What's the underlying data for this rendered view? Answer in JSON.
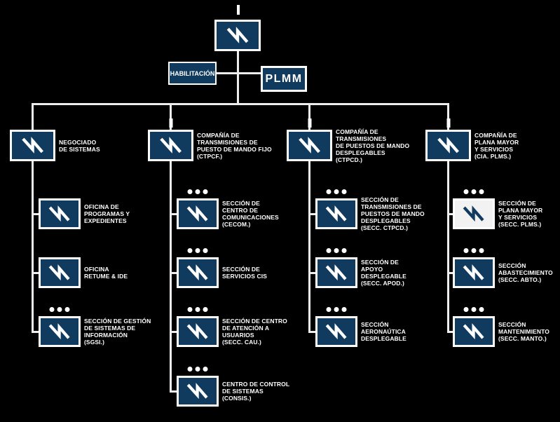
{
  "meta": {
    "background_color": "#000000",
    "box_fill_color": "#103a5e",
    "box_fill_inverted_color": "#f2f2f2",
    "connector_color": "#ededed",
    "text_color": "#ffffff",
    "unit_symbol": "signals-flash"
  },
  "top": {
    "root": {
      "symbol": "signals-flash",
      "size_indicator": "|"
    },
    "habilitacion_label": "HABILITACIÓN",
    "plmm_label": "PLMM"
  },
  "columns": [
    {
      "parent": {
        "label": "NEGOCIADO\nDE SISTEMAS",
        "size_indicator": ""
      },
      "children": [
        {
          "label": "OFICINA DE\nPROGRAMAS Y\nEXPEDIENTES",
          "dots": false
        },
        {
          "label": "OFICINA\nRETUME & IDE",
          "dots": false
        },
        {
          "label": "SECCIÓN DE GESTIÓN\nDE SISTEMAS DE\nINFORMACIÓN\n(SGSI.)",
          "dots": true
        }
      ]
    },
    {
      "parent": {
        "label": "COMPAÑÍA DE\nTRANSMISIONES DE\nPUESTO DE MANDO FIJO\n(CTPCF.)",
        "size_indicator": "|"
      },
      "children": [
        {
          "label": "SECCIÓN DE\nCENTRO DE\nCOMUNICACIONES\n(CECOM.)",
          "dots": true
        },
        {
          "label": "SECCIÓN DE\nSERVICIOS CIS",
          "dots": true
        },
        {
          "label": "SECCIÓN DE CENTRO\nDE ATENCIÓN A\nUSUARIOS\n(SECC. CAU.)",
          "dots": true
        },
        {
          "label": "CENTRO DE CONTROL\nDE SISTEMAS\n(CONSIS.)",
          "dots": true
        }
      ]
    },
    {
      "parent": {
        "label": "COMPAÑÍA DE\nTRANSMISIONES\nDE PUESTOS DE MANDO\nDESPLEGABLES\n(CTPCD.)",
        "size_indicator": "|"
      },
      "children": [
        {
          "label": "SECCIÓN DE\nTRANSMISIONES DE\nPUESTOS DE MANDO\nDESPLEGABLES\n(SECC. CTPCD.)",
          "dots": true
        },
        {
          "label": "SECCIÓN DE\nAPOYO\nDESPLEGABLE\n(SECC. APOD.)",
          "dots": true
        },
        {
          "label": "SECCIÓN\nAERONAÚTICA\nDESPLEGABLE",
          "dots": true
        }
      ]
    },
    {
      "parent": {
        "label": "COMPAÑÍA DE\nPLANA MAYOR\nY SERVICIOS\n(CIA. PLMS.)",
        "size_indicator": "|"
      },
      "children": [
        {
          "label": "SECCIÓN DE\nPLANA MAYOR\nY SERVICIOS\n(SECC. PLMS.)",
          "dots": true,
          "inverted": true
        },
        {
          "label": "SECCIÓN\nABASTECIMIENTO\n(SECC. ABTO.)",
          "dots": true
        },
        {
          "label": "SECCIÓN\nMANTENIMIENTO\n(SECC. MANTO.)",
          "dots": true
        }
      ]
    }
  ]
}
